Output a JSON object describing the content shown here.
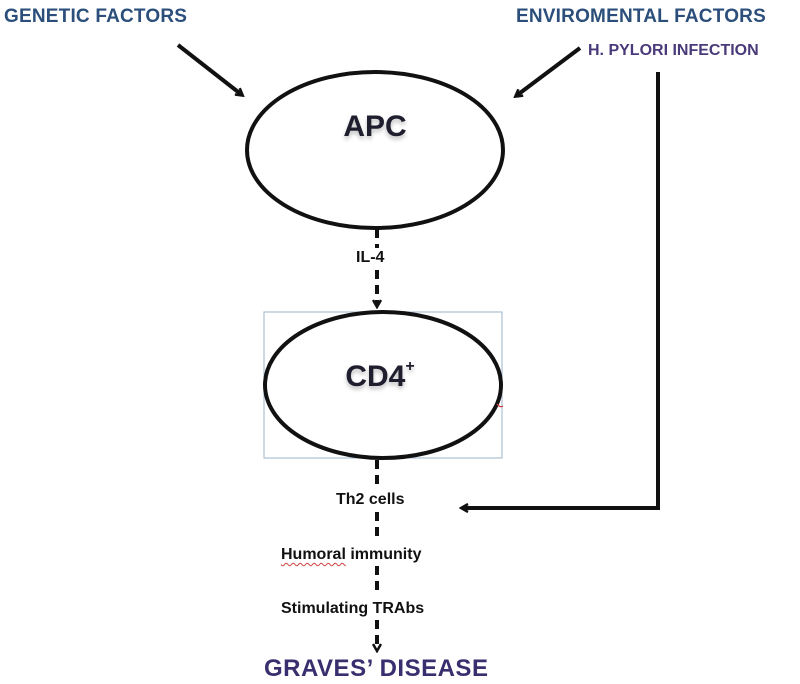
{
  "inputs": {
    "genetic": "GENETIC FACTORS",
    "environmental": "ENVIROMENTAL FACTORS",
    "h_pylori": "H. PYLORI INFECTION"
  },
  "nodes": {
    "apc": "APC",
    "cd4": "CD4",
    "cd4_sup": "+"
  },
  "pathway": {
    "il4": "IL-4",
    "th2_label": "Th2 cells",
    "humoral_word1": "Humoral",
    "humoral_word2": " immunity",
    "trabs": "Stimulating TRAbs"
  },
  "outcome": {
    "disease": "GRAVES’ DISEASE"
  },
  "colors": {
    "factor_text": "#2b4f7a",
    "infection_text": "#4a3a7a",
    "outcome_text": "#3a2f6e",
    "stroke": "#111111"
  }
}
